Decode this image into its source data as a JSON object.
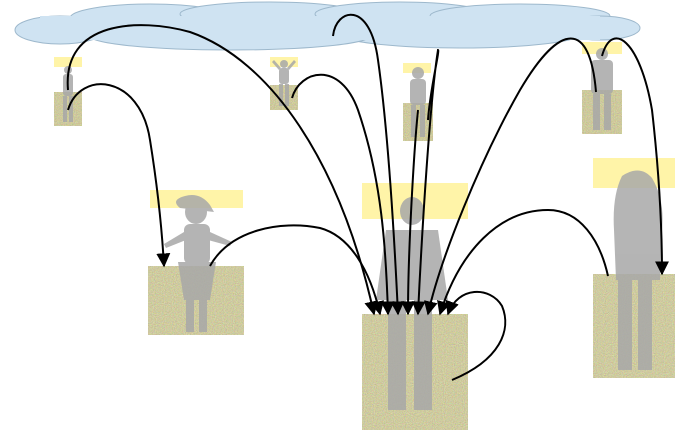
{
  "diagram": {
    "cloud": {
      "color": "#cfe3f2",
      "stroke": "#9db8cc"
    },
    "head_highlight_color": "#fff4a8",
    "ground_color": "#b5ad60",
    "silhouette_color": "#a8a8a8",
    "arrow_color": "#000000",
    "nodes": [
      {
        "id": "person-small-1"
      },
      {
        "id": "person-small-2"
      },
      {
        "id": "person-small-3"
      },
      {
        "id": "person-small-4"
      },
      {
        "id": "person-medium-left"
      },
      {
        "id": "person-center-target"
      },
      {
        "id": "person-medium-right"
      }
    ],
    "edges": [
      {
        "from": "cloud",
        "to": "person-medium-left"
      },
      {
        "from": "cloud",
        "to": "person-center-target"
      },
      {
        "from": "person-small-1",
        "to": "person-medium-left"
      },
      {
        "from": "person-small-2",
        "to": "person-center-target"
      },
      {
        "from": "person-small-3",
        "to": "person-center-target"
      },
      {
        "from": "person-small-4",
        "to": "person-center-target"
      },
      {
        "from": "person-small-4",
        "to": "person-medium-right"
      },
      {
        "from": "person-medium-left",
        "to": "person-center-target"
      },
      {
        "from": "person-medium-right",
        "to": "person-center-target"
      },
      {
        "from": "person-center-target",
        "to": "person-center-target"
      }
    ]
  }
}
